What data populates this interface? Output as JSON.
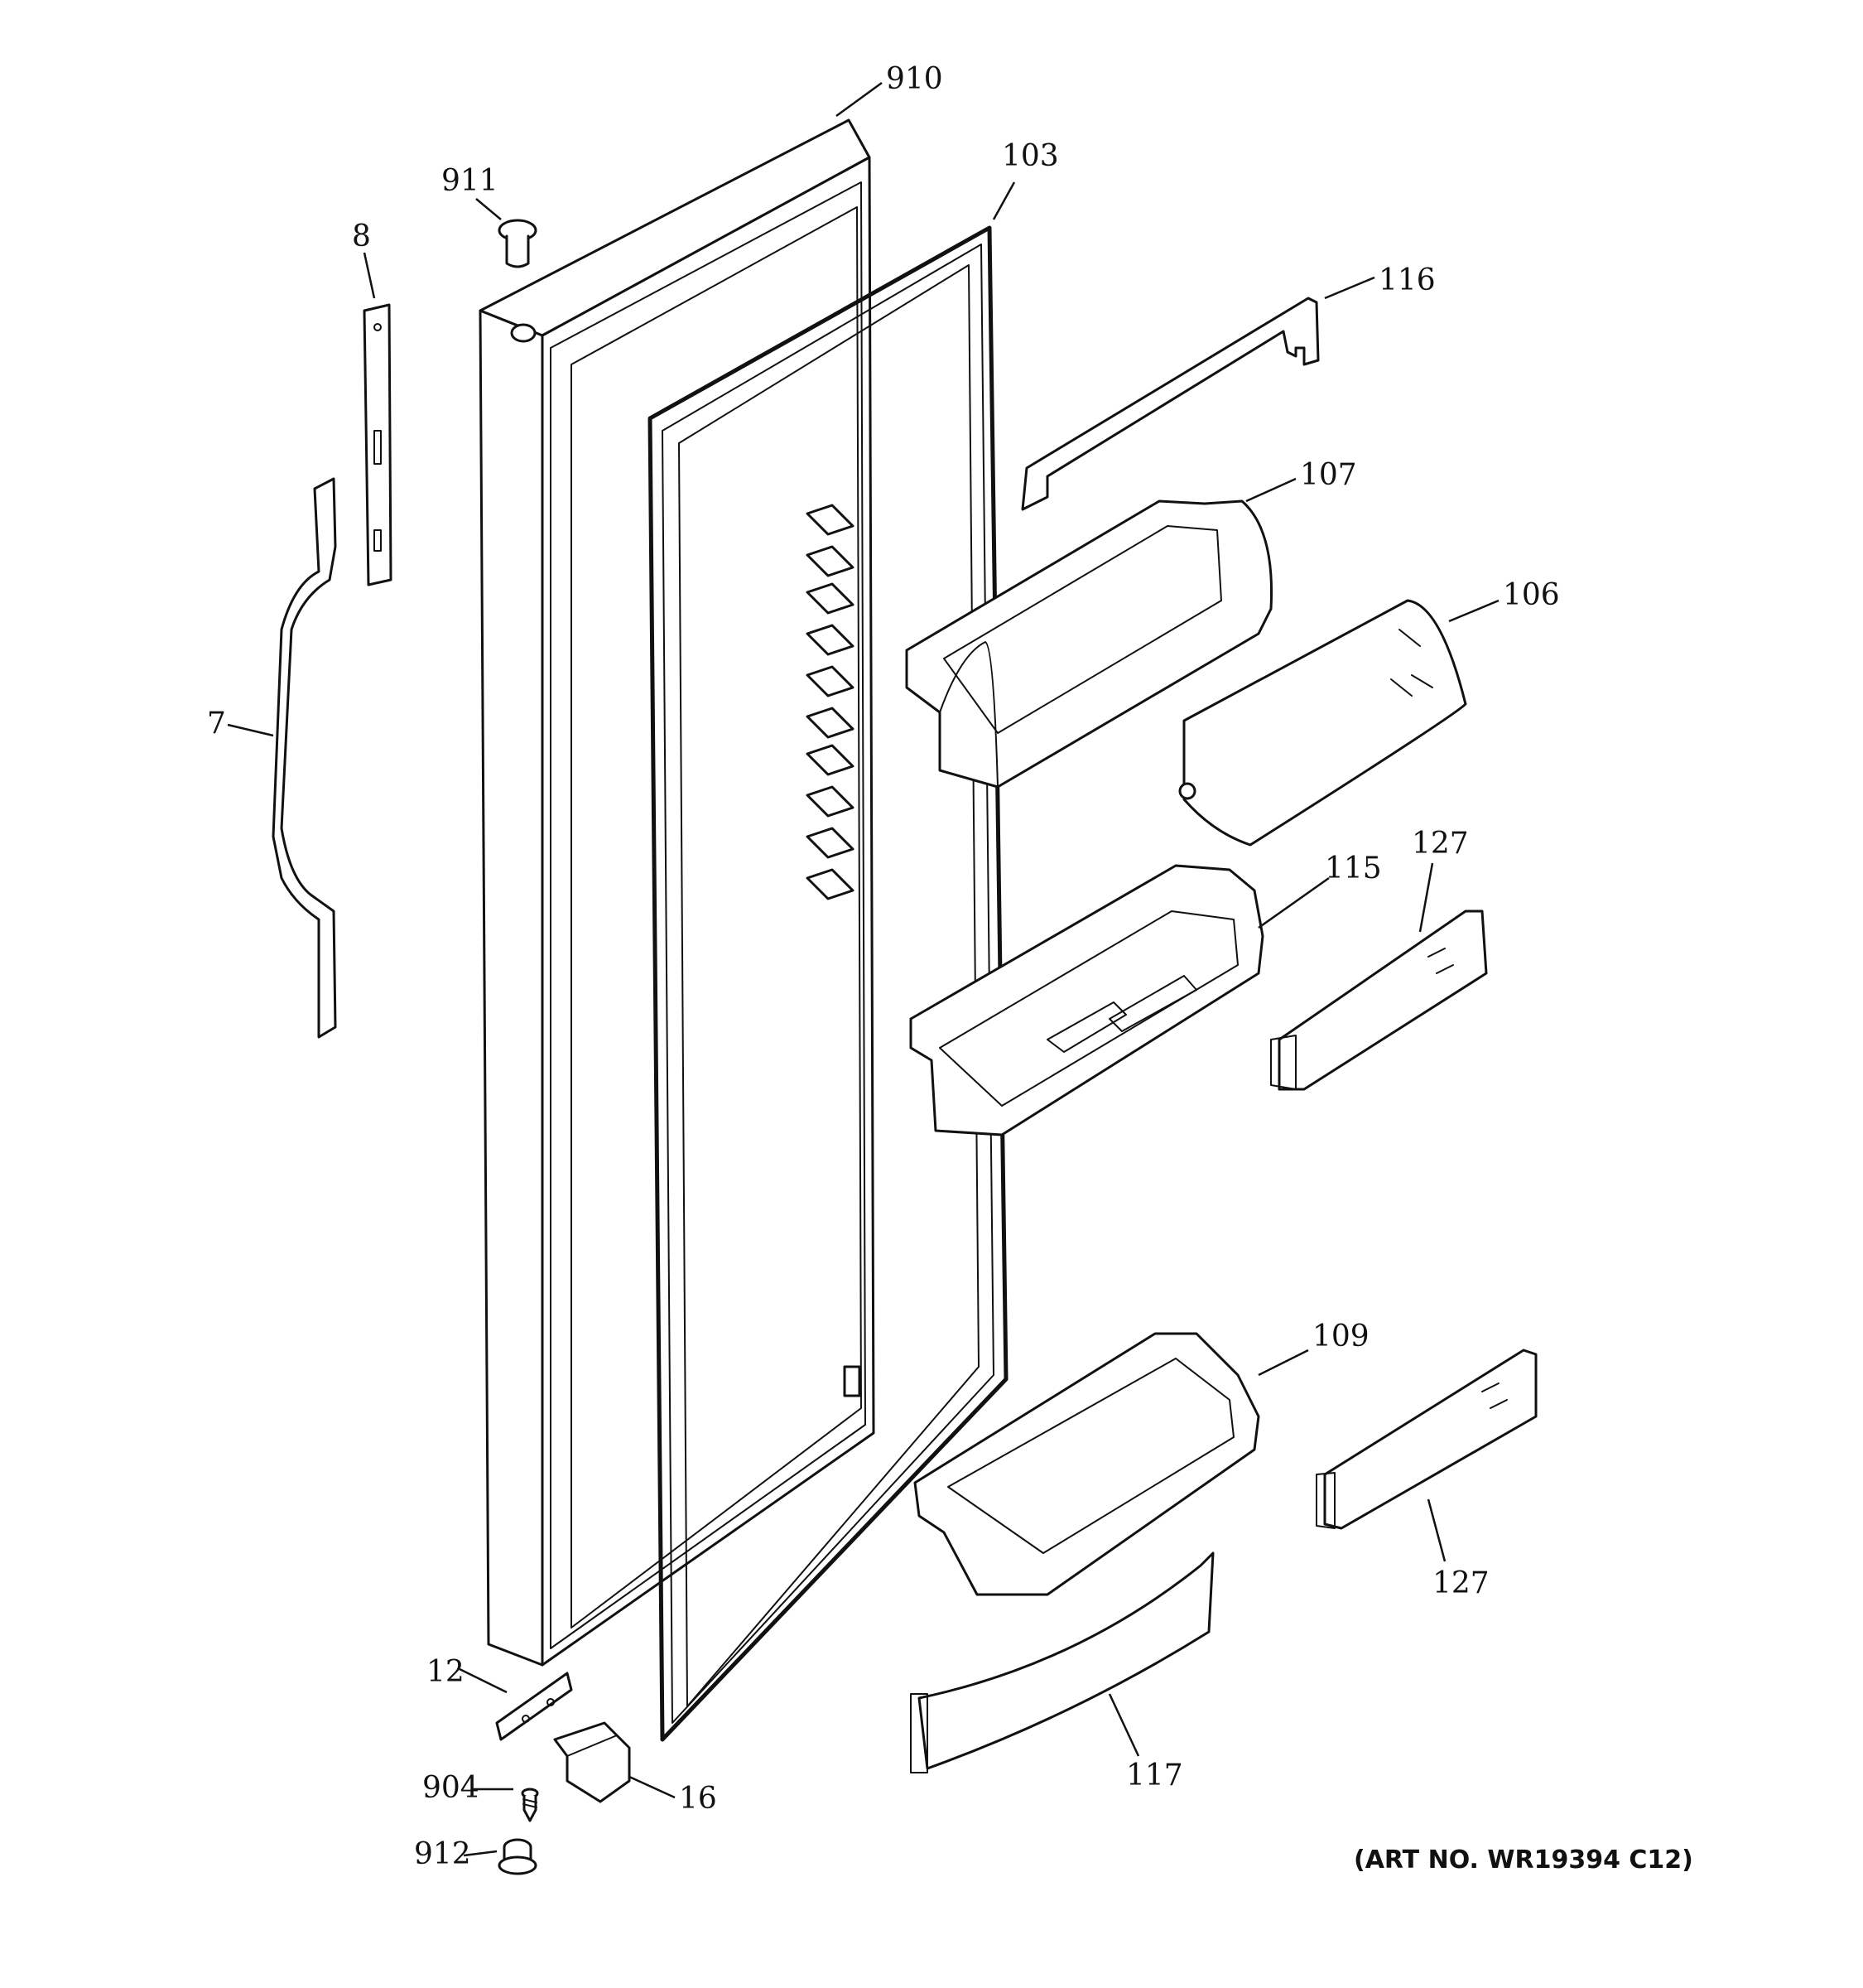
{
  "callouts": {
    "c910": "910",
    "c911": "911",
    "c8": "8",
    "c103": "103",
    "c116": "116",
    "c107": "107",
    "c106": "106",
    "c7": "7",
    "c115": "115",
    "c127a": "127",
    "c109": "109",
    "c127b": "127",
    "c12": "12",
    "c904": "904",
    "c16": "16",
    "c117": "117",
    "c912": "912"
  },
  "art_number": "(ART NO. WR19394 C12)"
}
